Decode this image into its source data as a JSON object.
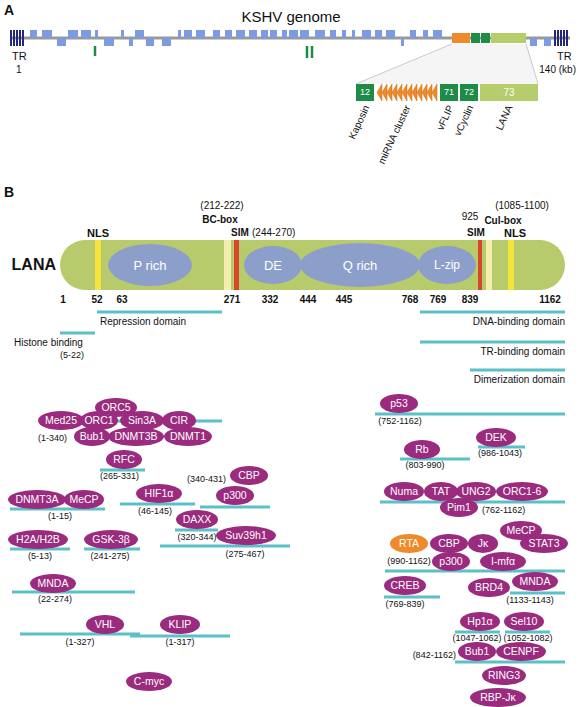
{
  "diagram": {
    "nodes": [
      {
        "text": [
          "12"
        ]
      },
      {
        "text": [
          "71"
        ]
      },
      {
        "text": [
          "72"
        ]
      },
      {
        "text": [
          "73"
        ]
      },
      {
        "text": [
          "LANA"
        ]
      },
      {
        "text": [
          "P rich"
        ],
        "in": 4
      },
      {
        "text": [
          "DE"
        ],
        "in": 4
      },
      {
        "text": [
          "Q rich"
        ],
        "in": 4
      },
      {
        "text": [
          "L-zip"
        ],
        "in": 4
      },
      {
        "text": [
          "ORC5"
        ]
      },
      {
        "text": [
          "Med25"
        ]
      },
      {
        "text": [
          "ORC1"
        ]
      },
      {
        "text": [
          "Sin3A"
        ]
      },
      {
        "text": [
          "CIR"
        ]
      },
      {
        "text": [
          "Bub1"
        ]
      },
      {
        "text": [
          "DNMT3B"
        ]
      },
      {
        "text": [
          "DNMT1"
        ]
      },
      {
        "text": [
          "RFC"
        ]
      },
      {
        "text": [
          "CBP"
        ]
      },
      {
        "text": [
          "p300"
        ]
      },
      {
        "text": [
          "DNMT3A"
        ]
      },
      {
        "text": [
          "MeCP"
        ]
      },
      {
        "text": [
          "HIF1α"
        ]
      },
      {
        "text": [
          "DAXX"
        ]
      },
      {
        "text": [
          "H2A/H2B"
        ]
      },
      {
        "text": [
          "GSK-3β"
        ]
      },
      {
        "text": [
          "Suv39h1"
        ]
      },
      {
        "text": [
          "MNDA"
        ]
      },
      {
        "text": [
          "VHL"
        ]
      },
      {
        "text": [
          "KLIP"
        ]
      },
      {
        "text": [
          "C-myc"
        ]
      },
      {
        "text": [
          "p53"
        ]
      },
      {
        "text": [
          "DEK"
        ]
      },
      {
        "text": [
          "Rb"
        ]
      },
      {
        "text": [
          "Numa"
        ]
      },
      {
        "text": [
          "TAT"
        ]
      },
      {
        "text": [
          "UNG2"
        ]
      },
      {
        "text": [
          "ORC1-6"
        ]
      },
      {
        "text": [
          "Pim1"
        ]
      },
      {
        "text": [
          "MeCP"
        ]
      },
      {
        "text": [
          "RTA"
        ]
      },
      {
        "text": [
          "CBP"
        ]
      },
      {
        "text": [
          "Jκ"
        ]
      },
      {
        "text": [
          "STAT3"
        ]
      },
      {
        "text": [
          "p300"
        ]
      },
      {
        "text": [
          "I-mfα"
        ]
      },
      {
        "text": [
          "CREB"
        ]
      },
      {
        "text": [
          "BRD4"
        ]
      },
      {
        "text": [
          "MNDA"
        ]
      },
      {
        "text": [
          "Hp1α"
        ]
      },
      {
        "text": [
          "Sel10"
        ]
      },
      {
        "text": [
          "Bub1"
        ]
      },
      {
        "text": [
          "CENPF"
        ]
      },
      {
        "text": [
          "RING3"
        ]
      },
      {
        "text": [
          "RBP-Jκ"
        ]
      }
    ],
    "labels": [
      "A",
      "KSHV genome",
      "TR",
      "1",
      "TR",
      "140 (kb)",
      "Kaposin",
      "miRNA cluster",
      "vFLIP",
      "vCyclin",
      "LANA",
      "B",
      "NLS",
      "(212-222)",
      "BC-box",
      "SIM",
      "(244-270)",
      "925",
      "SIM",
      "(1085-1100)",
      "Cul-box",
      "NLS",
      "1",
      "52",
      "63",
      "271",
      "332",
      "444",
      "445",
      "768",
      "769",
      "839",
      "1162",
      "Repression domain",
      "Histone binding",
      "(5-22)",
      "DNA-binding domain",
      "TR-binding domain",
      "Dimerization domain",
      "(1-340)",
      "(265-331)",
      "(340-431)",
      "(1-15)",
      "(46-145)",
      "(320-344)",
      "(5-13)",
      "(241-275)",
      "(275-467)",
      "(22-274)",
      "(1-327)",
      "(1-317)",
      "(752-1162)",
      "(803-990)",
      "(986-1043)",
      "(762-1162)",
      "(990-1162)",
      "(769-839)",
      "(1133-1143)",
      "(1047-1062)",
      "(1052-1082)",
      "(842-1162)"
    ]
  }
}
